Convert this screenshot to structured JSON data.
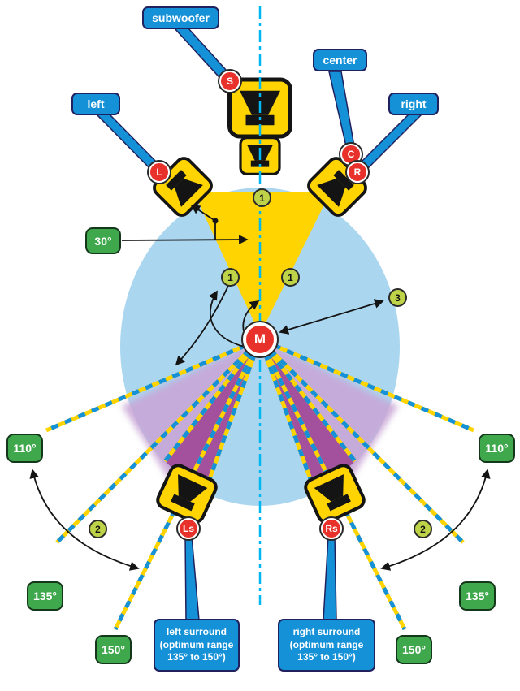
{
  "labels": {
    "subwoofer": "subwoofer",
    "center": "center",
    "left": "left",
    "right": "right",
    "left_surround": "left surround\n(optimum range\n135° to 150°)",
    "right_surround": "right surround\n(optimum range\n135° to 150°)"
  },
  "badges": {
    "subwoofer": "S",
    "center": "C",
    "left": "L",
    "right": "R",
    "left_surround": "Ls",
    "right_surround": "Rs",
    "listener": "M"
  },
  "angles": {
    "front": "30°",
    "left": {
      "a110": "110°",
      "a135": "135°",
      "a150": "150°"
    },
    "right": {
      "a110": "110°",
      "a135": "135°",
      "a150": "150°"
    }
  },
  "callouts": {
    "one": "1",
    "two": "2",
    "three": "3"
  },
  "colors": {
    "label_blue": "#1591d8",
    "label_navy": "#20215e",
    "label_green": "#3fa84c",
    "green_border": "#15381c",
    "badge_red": "#e8312a",
    "callout_green": "#bfd348",
    "area_blue": "#aad6f0",
    "gold": "#ffd400",
    "cone_light": "#c9a6d6",
    "cone_dark": "#a3519d",
    "axis_cyan": "#00b7f2",
    "ink": "#282828"
  }
}
